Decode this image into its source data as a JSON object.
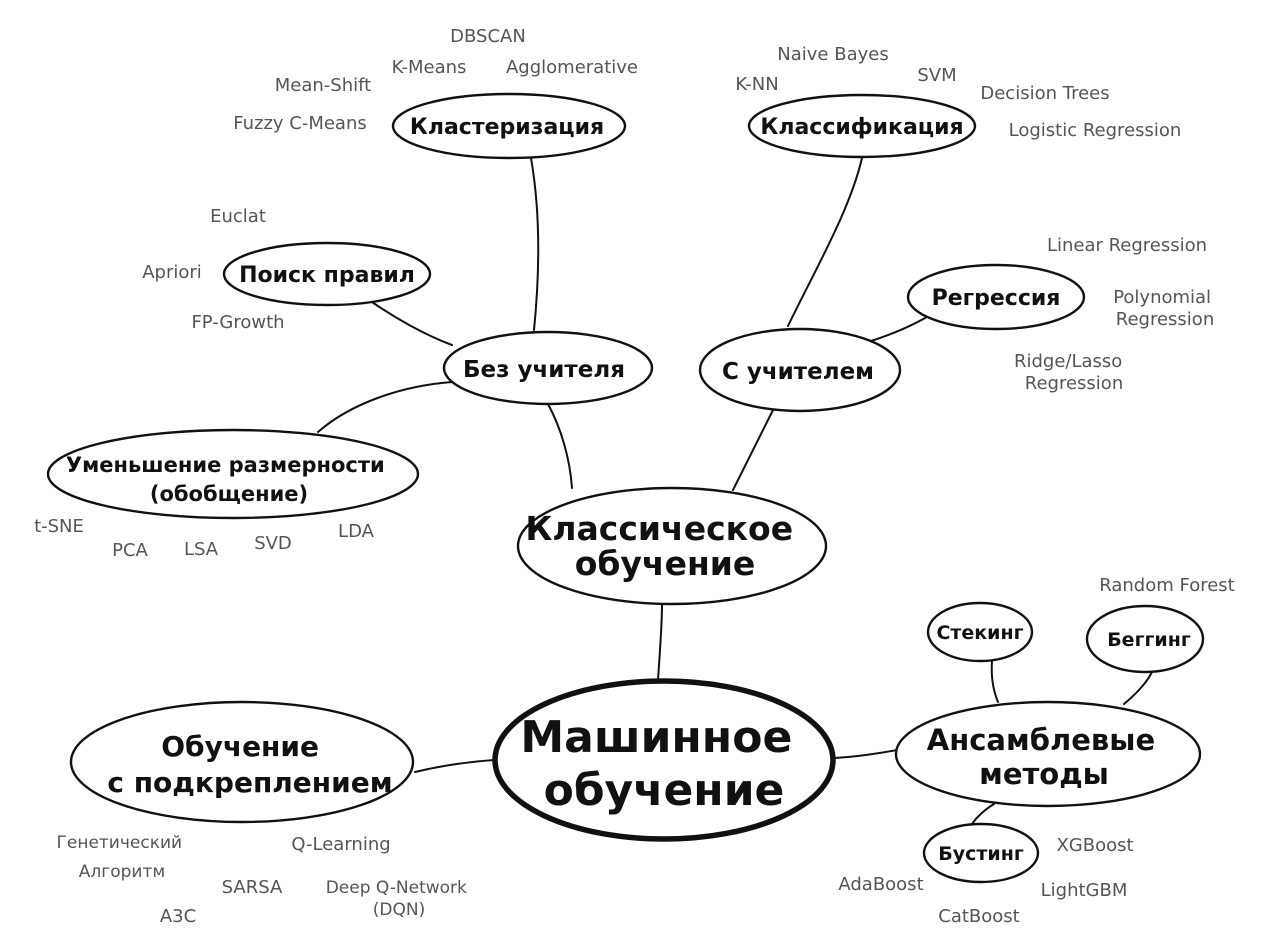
{
  "nodes": {
    "root": "Машинное обучение",
    "classical": "Классическое обучение",
    "unsupervised": "Без учителя",
    "supervised": "С учителем",
    "clustering": "Кластеризация",
    "classification": "Классификация",
    "association": "Поиск правил",
    "regression": "Регрессия",
    "dim_reduction": "Уменьшение размерности (обобщение)",
    "reinforcement": "Обучение с подкреплением",
    "ensemble": "Ансамблевые методы",
    "stacking": "Стекинг",
    "bagging": "Беггинг",
    "boosting": "Бустинг"
  },
  "leaves": {
    "clustering": [
      "DBSCAN",
      "K-Means",
      "Agglomerative",
      "Mean-Shift",
      "Fuzzy C-Means"
    ],
    "classification": [
      "Naive Bayes",
      "K-NN",
      "SVM",
      "Decision Trees",
      "Logistic Regression"
    ],
    "association": [
      "Euclat",
      "Apriori",
      "FP-Growth"
    ],
    "regression": [
      "Linear Regression",
      "Polynomial Regression",
      "Ridge/Lasso Regression"
    ],
    "dim_reduction": [
      "t-SNE",
      "PCA",
      "LSA",
      "SVD",
      "LDA"
    ],
    "reinforcement": [
      "Генетический Алгоритм",
      "Q-Learning",
      "SARSA",
      "Deep Q-Network (DQN)",
      "A3C"
    ],
    "bagging": [
      "Random Forest"
    ],
    "boosting": [
      "XGBoost",
      "AdaBoost",
      "LightGBM",
      "CatBoost"
    ]
  }
}
